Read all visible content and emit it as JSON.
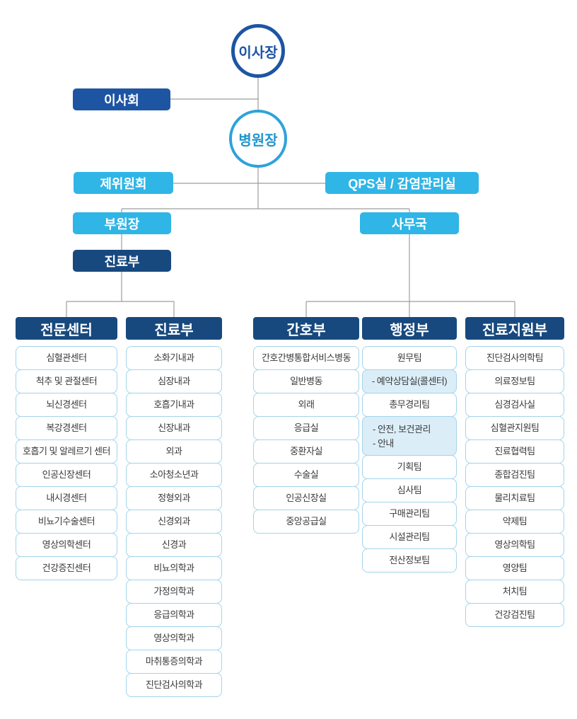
{
  "top": {
    "chairman": "이사장",
    "board": "이사회",
    "director": "병원장",
    "committees": "제위원회",
    "qps": "QPS실 / 감염관리실",
    "vice_director": "부원장",
    "admin_office": "사무국",
    "medical_dept": "진료부"
  },
  "columns": [
    {
      "header": "전문센터",
      "items": [
        {
          "label": "심혈관센터"
        },
        {
          "label": "척추 및 관절센터"
        },
        {
          "label": "뇌신경센터"
        },
        {
          "label": "복강경센터"
        },
        {
          "label": "호흡기 및 알레르기 센터"
        },
        {
          "label": "인공신장센터"
        },
        {
          "label": "내시경센터"
        },
        {
          "label": "비뇨기수술센터"
        },
        {
          "label": "영상의학센터"
        },
        {
          "label": "건강증진센터"
        }
      ]
    },
    {
      "header": "진료부",
      "items": [
        {
          "label": "소화기내과"
        },
        {
          "label": "심장내과"
        },
        {
          "label": "호흡기내과"
        },
        {
          "label": "신장내과"
        },
        {
          "label": "외과"
        },
        {
          "label": "소아청소년과"
        },
        {
          "label": "정형외과"
        },
        {
          "label": "신경외과"
        },
        {
          "label": "신경과"
        },
        {
          "label": "비뇨의학과"
        },
        {
          "label": "가정의학과"
        },
        {
          "label": "응급의학과"
        },
        {
          "label": "영상의학과"
        },
        {
          "label": "마취통증의학과"
        },
        {
          "label": "진단검사의학과"
        }
      ]
    },
    {
      "header": "간호부",
      "items": [
        {
          "label": "간호간병통합서비스병동"
        },
        {
          "label": "일반병동"
        },
        {
          "label": "외래"
        },
        {
          "label": "응급실"
        },
        {
          "label": "중환자실"
        },
        {
          "label": "수술실"
        },
        {
          "label": "인공신장실"
        },
        {
          "label": "중앙공급실"
        }
      ]
    },
    {
      "header": "행정부",
      "items": [
        {
          "label": "원무팀"
        },
        {
          "label": "- 예약상담실(콜센터)",
          "highlight": true
        },
        {
          "label": "총무경리팀"
        },
        {
          "label": "- 안전, 보건관리\n- 안내",
          "highlight": true,
          "multiline": true
        },
        {
          "label": "기획팀"
        },
        {
          "label": "심사팀"
        },
        {
          "label": "구매관리팀"
        },
        {
          "label": "시설관리팀"
        },
        {
          "label": "전산정보팀"
        }
      ]
    },
    {
      "header": "진료지원부",
      "items": [
        {
          "label": "진단검사의학팀"
        },
        {
          "label": "의료정보팀"
        },
        {
          "label": "심경검사실"
        },
        {
          "label": "심혈관지원팀"
        },
        {
          "label": "진료협력팀"
        },
        {
          "label": "종합검진팀"
        },
        {
          "label": "물리치료팀"
        },
        {
          "label": "약제팀"
        },
        {
          "label": "영상의학팀"
        },
        {
          "label": "영양팀"
        },
        {
          "label": "처치팀"
        },
        {
          "label": "건강검진팀"
        }
      ]
    }
  ],
  "colors": {
    "dark_blue": "#1d55a3",
    "sky_blue": "#2fb5e6",
    "navy": "#17497f",
    "director_ring": "#2ea2da",
    "cell_border": "#a2d4eb",
    "highlight_bg": "#dbeef8",
    "connector_gray": "#9e9e9e"
  }
}
